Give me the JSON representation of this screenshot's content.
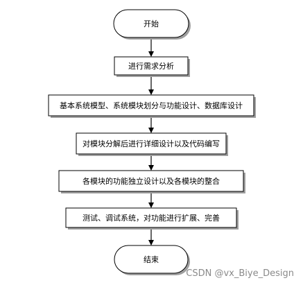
{
  "diagram": {
    "nodes": [
      {
        "id": "start",
        "shape": "terminal",
        "label": "开始"
      },
      {
        "id": "step1",
        "shape": "process",
        "label": "进行需求分析"
      },
      {
        "id": "step2",
        "shape": "process",
        "label": "基本系统模型、系统模块划分与功能设计、数据库设计"
      },
      {
        "id": "step3",
        "shape": "process",
        "label": "对模块分解后进行详细设计以及代码编写"
      },
      {
        "id": "step4",
        "shape": "process",
        "label": "各模块的功能独立设计以及各模块的整合"
      },
      {
        "id": "step5",
        "shape": "process",
        "label": "测试、调试系统，对功能进行扩展、完善"
      },
      {
        "id": "end",
        "shape": "terminal",
        "label": "结束"
      }
    ],
    "edges": [
      {
        "from": "start",
        "to": "step1"
      },
      {
        "from": "step1",
        "to": "step2"
      },
      {
        "from": "step2",
        "to": "step3"
      },
      {
        "from": "step3",
        "to": "step4"
      },
      {
        "from": "step4",
        "to": "step5"
      },
      {
        "from": "step5",
        "to": "end"
      }
    ],
    "colors": {
      "fill": "#ffffff",
      "stroke": "#000000",
      "shadow": "#9e9e9e",
      "arrow": "#000000",
      "text": "#000000"
    }
  },
  "watermark": {
    "text": "CSDN @vx_Biye_Design"
  }
}
